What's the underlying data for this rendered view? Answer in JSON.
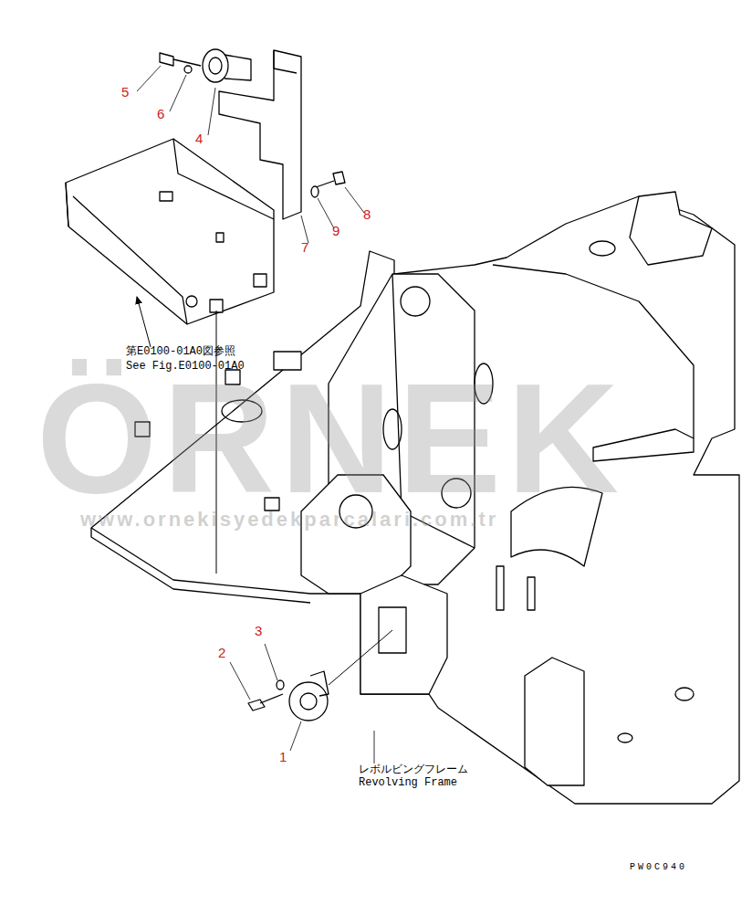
{
  "diagram": {
    "labels": [
      "5",
      "6",
      "4",
      "8",
      "9",
      "7",
      "3",
      "2",
      "1",
      "第E0100-01A0図参照",
      "See Fig.E0100-01A0",
      "レボルビングフレーム",
      "Revolving Frame",
      "PW0C940",
      "ÖRNEK",
      "www.ornekisyedekparcalari.com.tr"
    ]
  }
}
